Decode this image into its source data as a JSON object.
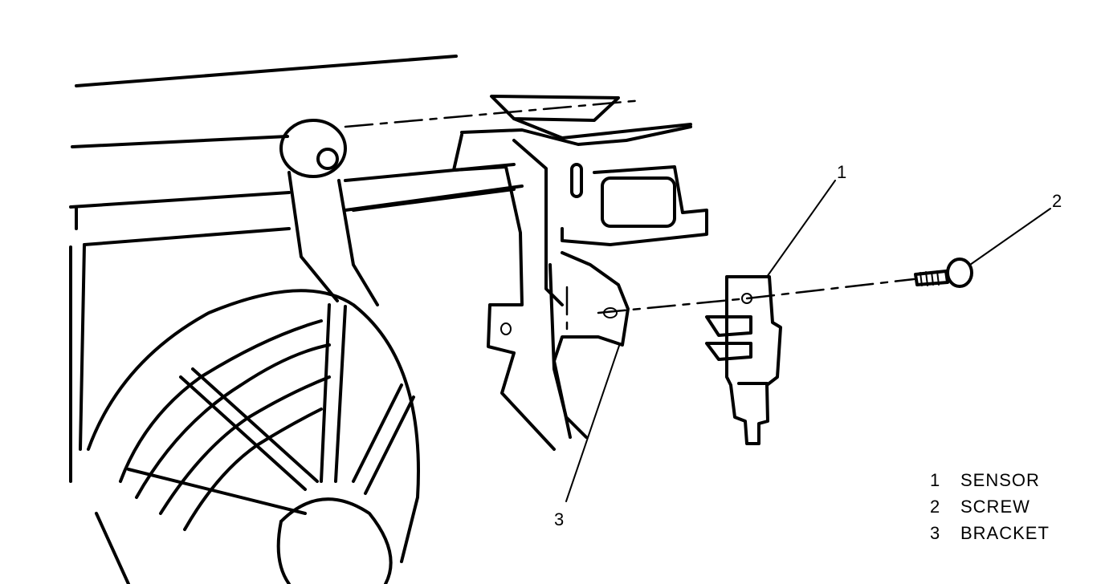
{
  "callouts": [
    {
      "number": "1"
    },
    {
      "number": "2"
    },
    {
      "number": "3"
    }
  ],
  "legend": [
    {
      "number": "1",
      "label": "SENSOR"
    },
    {
      "number": "2",
      "label": "SCREW"
    },
    {
      "number": "3",
      "label": "BRACKET"
    }
  ]
}
